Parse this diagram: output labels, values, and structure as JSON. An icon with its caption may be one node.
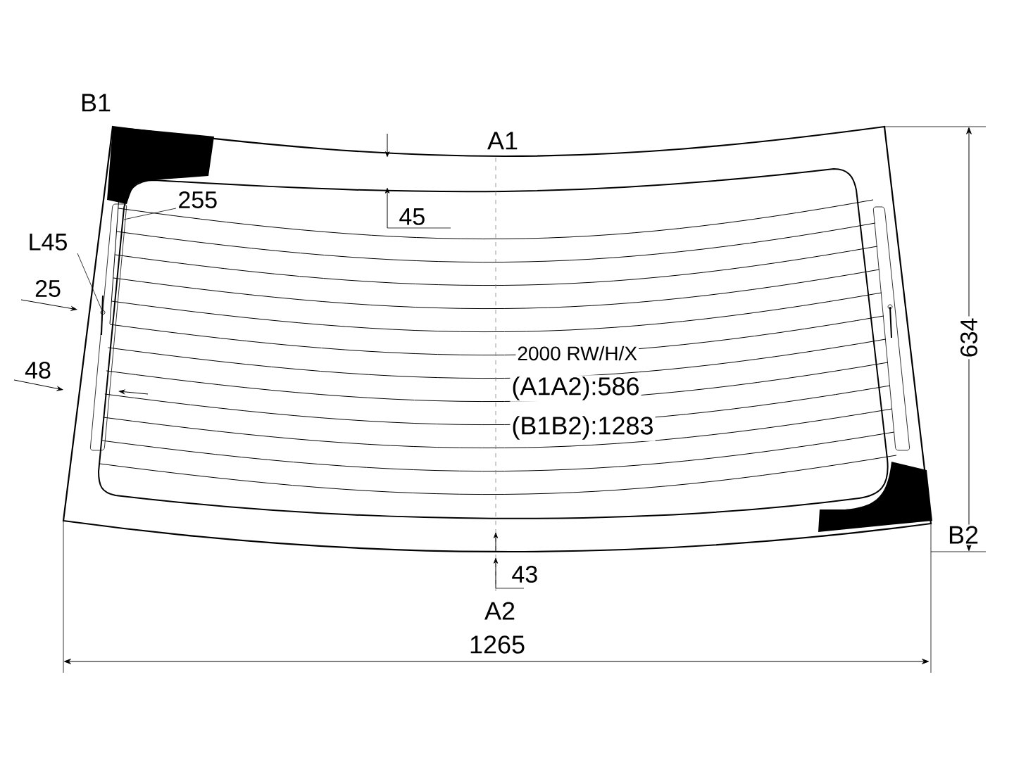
{
  "diagram": {
    "labels": [
      "B1",
      "A1",
      "255",
      "45",
      "L45",
      "25",
      "48",
      "2000 RW/H/X",
      "(A1A2):586",
      "(B1B2):1283",
      "634",
      "B2",
      "43",
      "A2",
      "1265"
    ]
  }
}
